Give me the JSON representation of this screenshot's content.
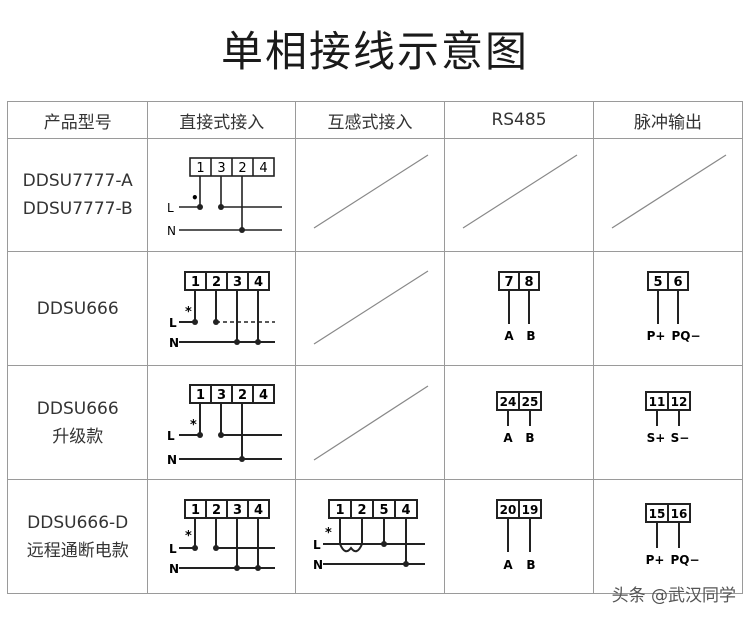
{
  "title": "单相接线示意图",
  "headers": [
    "产品型号",
    "直接式接入",
    "互感式接入",
    "RS485",
    "脉冲输出"
  ],
  "rows": [
    {
      "model": [
        "DDSU7777-A",
        "DDSU7777-B"
      ],
      "direct": {
        "terminals": [
          "1",
          "3",
          "2",
          "4"
        ],
        "line": "L",
        "neutral": "N",
        "mark": "•"
      }
    },
    {
      "model": [
        "DDSU666"
      ],
      "direct": {
        "terminals": [
          "1",
          "2",
          "3",
          "4"
        ],
        "line": "L",
        "neutral": "N",
        "mark": "*"
      },
      "rs485": {
        "terminals": [
          "7",
          "8"
        ],
        "labels": [
          "A",
          "B"
        ]
      },
      "pulse": {
        "terminals": [
          "5",
          "6"
        ],
        "labels": [
          "P+",
          "PQ−"
        ]
      }
    },
    {
      "model": [
        "DDSU666",
        "升级款"
      ],
      "direct": {
        "terminals": [
          "1",
          "3",
          "2",
          "4"
        ],
        "line": "L",
        "neutral": "N",
        "mark": "*"
      },
      "rs485": {
        "terminals": [
          "24",
          "25"
        ],
        "labels": [
          "A",
          "B"
        ]
      },
      "pulse": {
        "terminals": [
          "11",
          "12"
        ],
        "labels": [
          "S+",
          "S−"
        ]
      }
    },
    {
      "model": [
        "DDSU666-D",
        "远程通断电款"
      ],
      "direct": {
        "terminals": [
          "1",
          "2",
          "3",
          "4"
        ],
        "line": "L",
        "neutral": "N",
        "mark": "*"
      },
      "ct": {
        "terminals": [
          "1",
          "2",
          "5",
          "4"
        ],
        "line": "L",
        "neutral": "N",
        "mark": "*"
      },
      "rs485": {
        "terminals": [
          "20",
          "19"
        ],
        "labels": [
          "A",
          "B"
        ]
      },
      "pulse": {
        "terminals": [
          "15",
          "16"
        ],
        "labels": [
          "P+",
          "PQ−"
        ]
      }
    }
  ],
  "watermark": "头条 @武汉同学"
}
